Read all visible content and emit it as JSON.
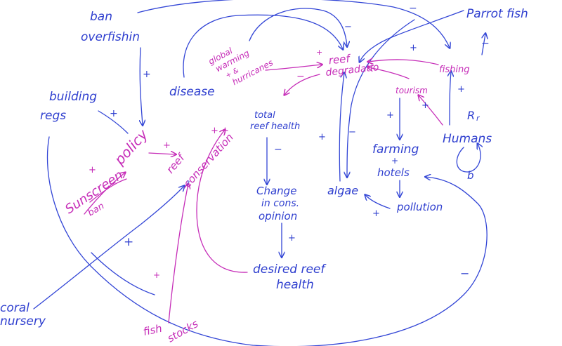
{
  "colors": {
    "blue_ink": "#3346d6",
    "pink_ink": "#c62db8",
    "background": "#ffffff"
  },
  "nodes": {
    "ban_overfishing": [
      "ban",
      "overfishin"
    ],
    "building_regs": [
      "building",
      "regs"
    ],
    "disease": "disease",
    "global_warming": [
      "global",
      "warming",
      "+ &",
      "hurricanes"
    ],
    "reef_degradation": [
      "reef",
      "degradatio"
    ],
    "parrot_fish": "Parrot fish",
    "fishing": "fishing",
    "tourism": "tourism",
    "humans": "Humans",
    "total_reef_health": [
      "total",
      "reef health"
    ],
    "policy": "policy",
    "sunscreen_ban": [
      "Sunscreen",
      "ban"
    ],
    "reef_conservation": [
      "reef",
      "conservation"
    ],
    "change_in_opinion": [
      "Change",
      "in cons.",
      "opinion"
    ],
    "algae": "algae",
    "farming_hotels": [
      "farming",
      "+",
      "hotels"
    ],
    "pollution": "pollution",
    "desired_reef_health": [
      "desired reef",
      "health"
    ],
    "coral_nursery": [
      "coral",
      "nursery"
    ],
    "fish_stocks": [
      "fish",
      "stocks"
    ]
  },
  "signs": {
    "plus": "+",
    "minus": "−",
    "question": "?",
    "r": "R",
    "r_small": "r",
    "b": "b",
    "plus_plus": "+ +"
  }
}
